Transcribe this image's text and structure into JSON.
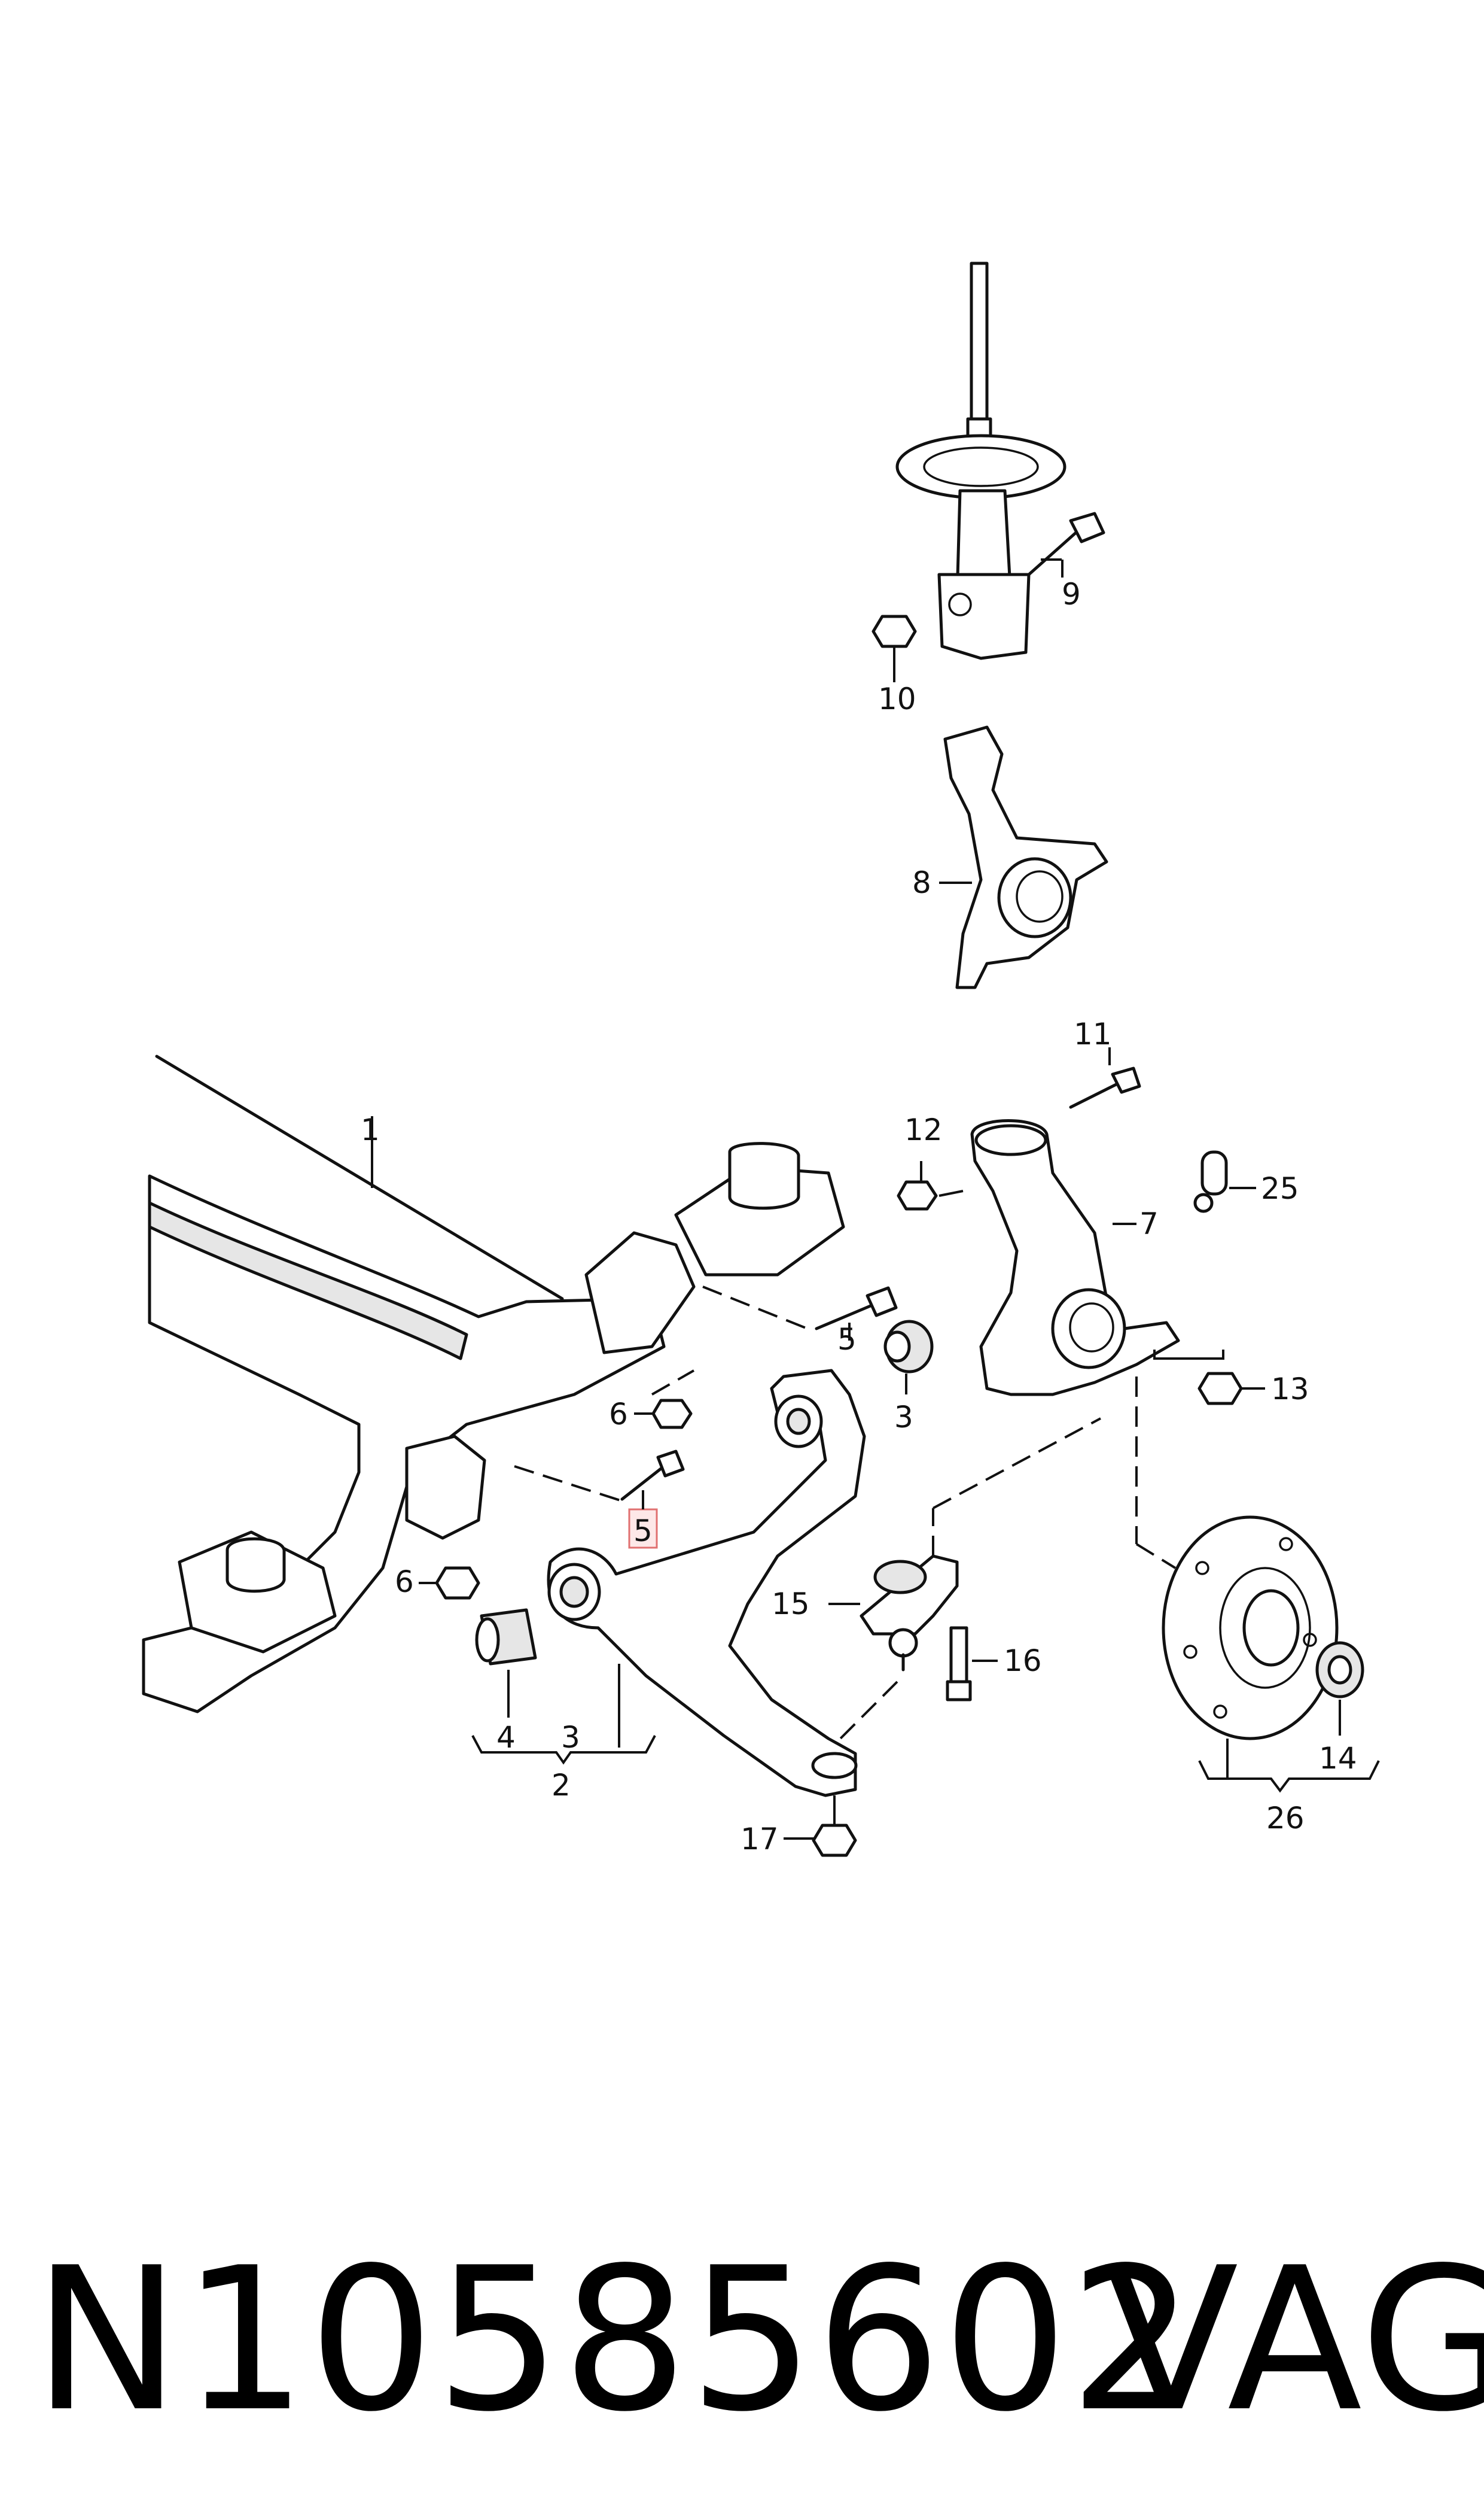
{
  "callouts": {
    "c1": "1",
    "c2": "2",
    "c3a": "3",
    "c3b": "3",
    "c4": "4",
    "c5a": "5",
    "c5b": "5",
    "c6a": "6",
    "c6b": "6",
    "c7": "7",
    "c8": "8",
    "c9": "9",
    "c10": "10",
    "c11": "11",
    "c12": "12",
    "c13": "13",
    "c14": "14",
    "c15": "15",
    "c16": "16",
    "c17": "17",
    "c25": "25",
    "c26": "26"
  },
  "highlight_color": "#e07070",
  "footer": {
    "part_number": "N10585602",
    "brand": "VAG"
  }
}
